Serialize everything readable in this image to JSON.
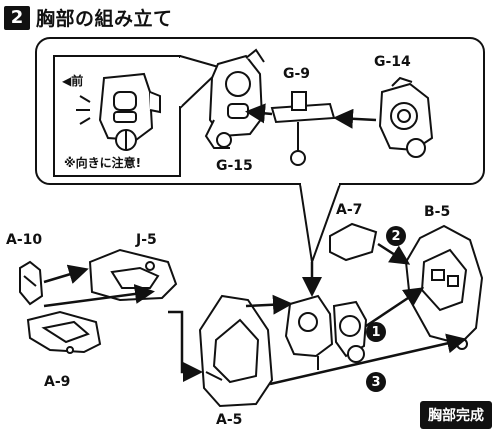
{
  "step": {
    "number": "2",
    "title": "胸部の組み立て"
  },
  "inset": {
    "front_label": "◀前",
    "caution": "※向きに注意!"
  },
  "parts": {
    "g9": "G-9",
    "g14": "G-14",
    "g15": "G-15",
    "a10": "A-10",
    "j5": "J-5",
    "a9": "A-9",
    "a7": "A-7",
    "b5": "B-5",
    "a5": "A-5"
  },
  "order_marks": {
    "one": "1",
    "two": "2",
    "three": "3"
  },
  "completion_badge": "胸部完成",
  "colors": {
    "line": "#111111",
    "fill": "#ffffff",
    "badge": "#111111"
  }
}
